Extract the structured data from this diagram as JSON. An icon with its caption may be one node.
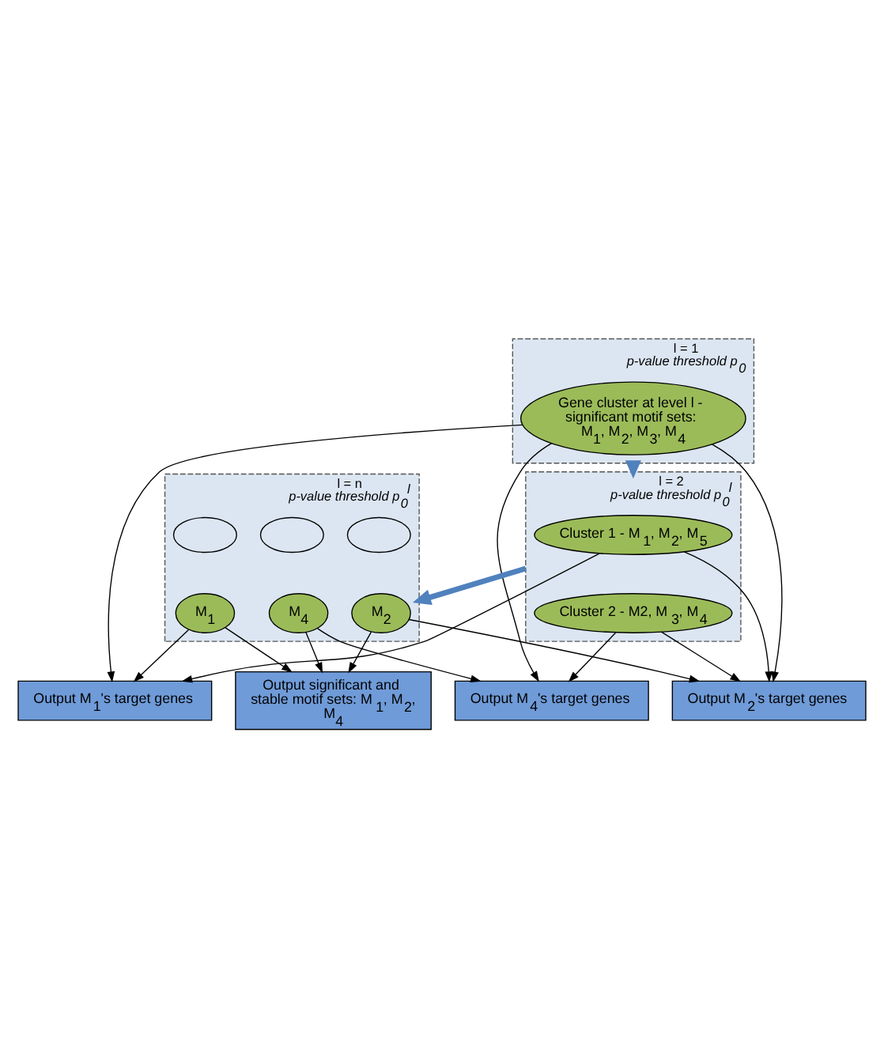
{
  "diagram": {
    "nodes": [
      {
        "text": [
          "l = 1",
          "p-value threshold p$_{0}$"
        ]
      },
      {
        "text": [
          "Gene cluster at level l - significant motif sets: M$_{1}$, M$_{2}$, M$_{3}$, M$_{4}$"
        ],
        "in": 0
      },
      {
        "text": [
          "Output M$_{4}$'s target genes"
        ]
      },
      {
        "text": [
          "Output M$_{2}$'s target genes"
        ]
      },
      {
        "text": [
          "l = 2",
          "p-value threshold p$_{0}$$^{l}$"
        ]
      },
      {
        "text": [
          "Cluster 1 - M$_{1}$, M$_{2}$, M$_{5}$"
        ],
        "in": 4
      },
      {
        "text": [
          "Cluster 2 - M2, M$_{3}$, M$_{4}$"
        ],
        "in": 4
      },
      {
        "text": [
          "Output M$_{1}$'s target genes"
        ]
      },
      {
        "text": [
          "l = n",
          "p-value threshold p$_{0}$$^{l}$"
        ]
      },
      {
        "text": [],
        "shape": "ellipse",
        "in": 8
      },
      {
        "text": [],
        "shape": "ellipse",
        "in": 8
      },
      {
        "text": [],
        "shape": "ellipse",
        "in": 8
      },
      {
        "text": [
          "M$_{2}$"
        ],
        "in": 8
      },
      {
        "text": [
          "M$_{1}$"
        ],
        "in": 8
      },
      {
        "text": [
          "M$_{4}$"
        ],
        "in": 8
      },
      {
        "text": [
          "Output significant and stable motif sets: M$_{1}$, M$_{2}$, M$_{4}$"
        ]
      }
    ],
    "edges": [
      {
        "from": 1,
        "to": 2,
        "arrow": "to"
      },
      {
        "from": 1,
        "to": 3,
        "arrow": "to"
      },
      {
        "from": 1,
        "to": 7,
        "arrow": "to"
      },
      {
        "from": 0,
        "to": 4,
        "arrow": "to",
        "style": "thick",
        "color": "#4f81bd"
      },
      {
        "from": 5,
        "to": 3,
        "arrow": "to"
      },
      {
        "from": 5,
        "to": 7,
        "arrow": "to"
      },
      {
        "from": 6,
        "to": 3,
        "arrow": "to"
      },
      {
        "from": 6,
        "to": 2,
        "arrow": "to"
      },
      {
        "from": 4,
        "to": 8,
        "arrow": "to",
        "style": "thick",
        "color": "#4f81bd"
      },
      {
        "from": 12,
        "to": 3,
        "arrow": "to"
      },
      {
        "from": 14,
        "to": 2,
        "arrow": "to"
      },
      {
        "from": 13,
        "to": 7,
        "arrow": "to"
      },
      {
        "from": 12,
        "to": 15,
        "arrow": "to"
      },
      {
        "from": 13,
        "to": 15,
        "arrow": "to"
      },
      {
        "from": 14,
        "to": 15,
        "arrow": "to"
      }
    ]
  }
}
